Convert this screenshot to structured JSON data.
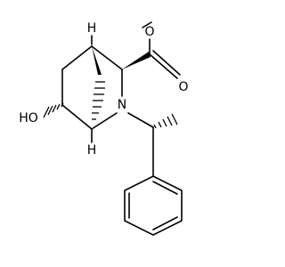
{
  "molecule": {
    "atoms": {
      "c4_h": "H",
      "o_ester": "O",
      "o_carbonyl": "O",
      "n_ring": "N",
      "o_hydroxyl": "HO",
      "c1_h": "H"
    }
  }
}
